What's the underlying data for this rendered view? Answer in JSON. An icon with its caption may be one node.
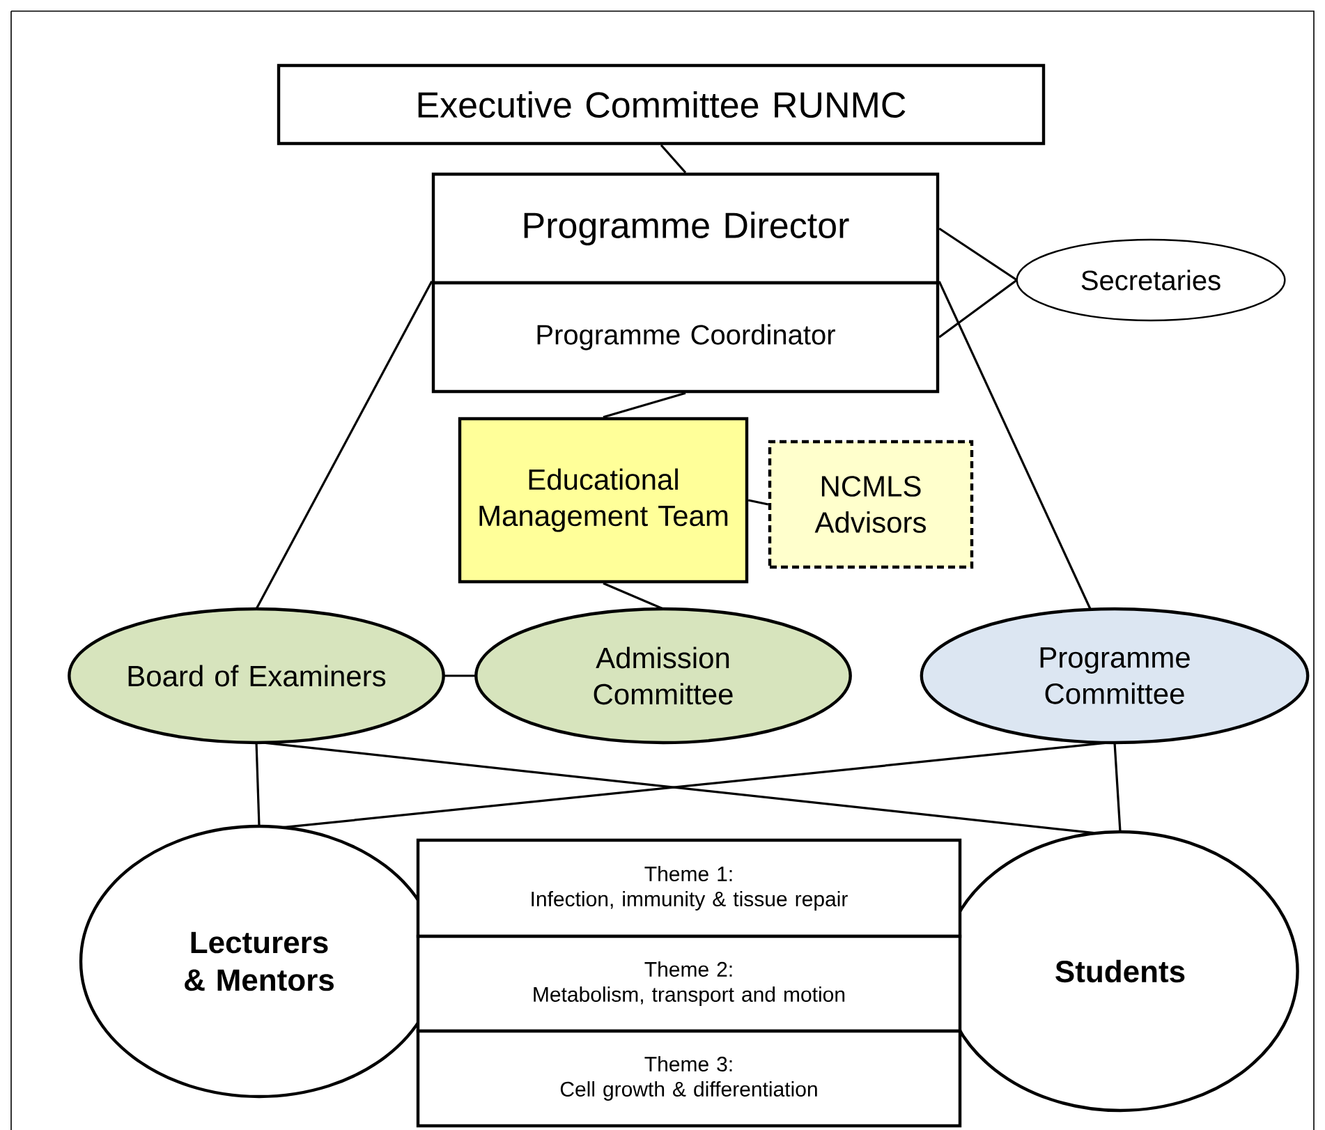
{
  "diagram": {
    "nodes": [
      {
        "text": [
          "Executive Committee RUNMC"
        ]
      },
      {
        "text": [
          "Programme Director"
        ]
      },
      {
        "text": [
          "Programme Coordinator"
        ]
      },
      {
        "text": [
          "Secretaries"
        ]
      },
      {
        "text": [
          "Educational Management Team"
        ]
      },
      {
        "text": [
          "NCMLS Advisors"
        ]
      },
      {
        "text": [
          "Board of Examiners"
        ]
      },
      {
        "text": [
          "Admission Committee"
        ]
      },
      {
        "text": [
          "Programme Committee"
        ]
      },
      {
        "text": [
          "Lecturers & Mentors"
        ]
      },
      {
        "text": [
          "Students"
        ]
      },
      {
        "text": [
          "Theme 1:",
          "Infection, immunity & tissue repair"
        ]
      },
      {
        "text": [
          "Theme 2:",
          "Metabolism, transport and motion"
        ]
      },
      {
        "text": [
          "Theme 3:",
          "Cell growth & differentiation"
        ]
      }
    ],
    "edges": [
      {
        "from": 0,
        "to": 1,
        "arrow": "none"
      },
      {
        "from": 3,
        "to": 1,
        "arrow": "none"
      },
      {
        "from": 3,
        "to": 2,
        "arrow": "none"
      },
      {
        "from": 2,
        "to": 4,
        "arrow": "none"
      },
      {
        "from": 4,
        "to": 5,
        "arrow": "none"
      },
      {
        "from": 2,
        "to": 6,
        "arrow": "none"
      },
      {
        "from": 2,
        "to": 8,
        "arrow": "none"
      },
      {
        "from": 4,
        "to": 7,
        "arrow": "none"
      },
      {
        "from": 6,
        "to": 7,
        "arrow": "none"
      },
      {
        "from": 6,
        "to": 9,
        "arrow": "none"
      },
      {
        "from": 6,
        "to": 10,
        "arrow": "none"
      },
      {
        "from": 8,
        "to": 9,
        "arrow": "none"
      },
      {
        "from": 8,
        "to": 10,
        "arrow": "none"
      }
    ]
  }
}
